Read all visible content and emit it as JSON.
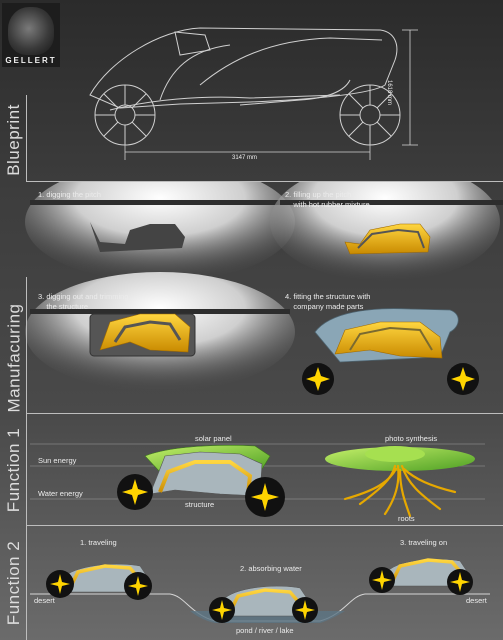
{
  "logo": {
    "text": "GELLERT"
  },
  "blueprint": {
    "label": "Blueprint",
    "length_dim": "3147 mm",
    "height_dim": "1618 mm"
  },
  "manufacturing": {
    "label": "Manufacuring",
    "steps": [
      {
        "label": "1. digging the pitch"
      },
      {
        "label": "2. filling up the pitch\n    with hot rubber mixture"
      },
      {
        "label": "3. digging out and trimming\n    the structure"
      },
      {
        "label": "4. fitting the structure with\n    company made parts"
      }
    ]
  },
  "function1": {
    "label": "Function 1",
    "solar_panel": "solar panel",
    "sun_energy": "Sun energy",
    "water_energy": "Water energy",
    "structure": "structure",
    "photo_synthesis": "photo synthesis",
    "roots": "roots"
  },
  "function2": {
    "label": "Function 2",
    "traveling": "1. traveling",
    "absorbing": "2. absorbing water",
    "traveling_on": "3. traveling on",
    "desert_left": "desert",
    "desert_right": "desert",
    "pond": "pond / river / lake"
  },
  "colors": {
    "structure_yellow": "#f0b400",
    "solar_green": "#8bd43a",
    "body_blue": "#8aa6b6",
    "wheel_dark": "#111111"
  }
}
